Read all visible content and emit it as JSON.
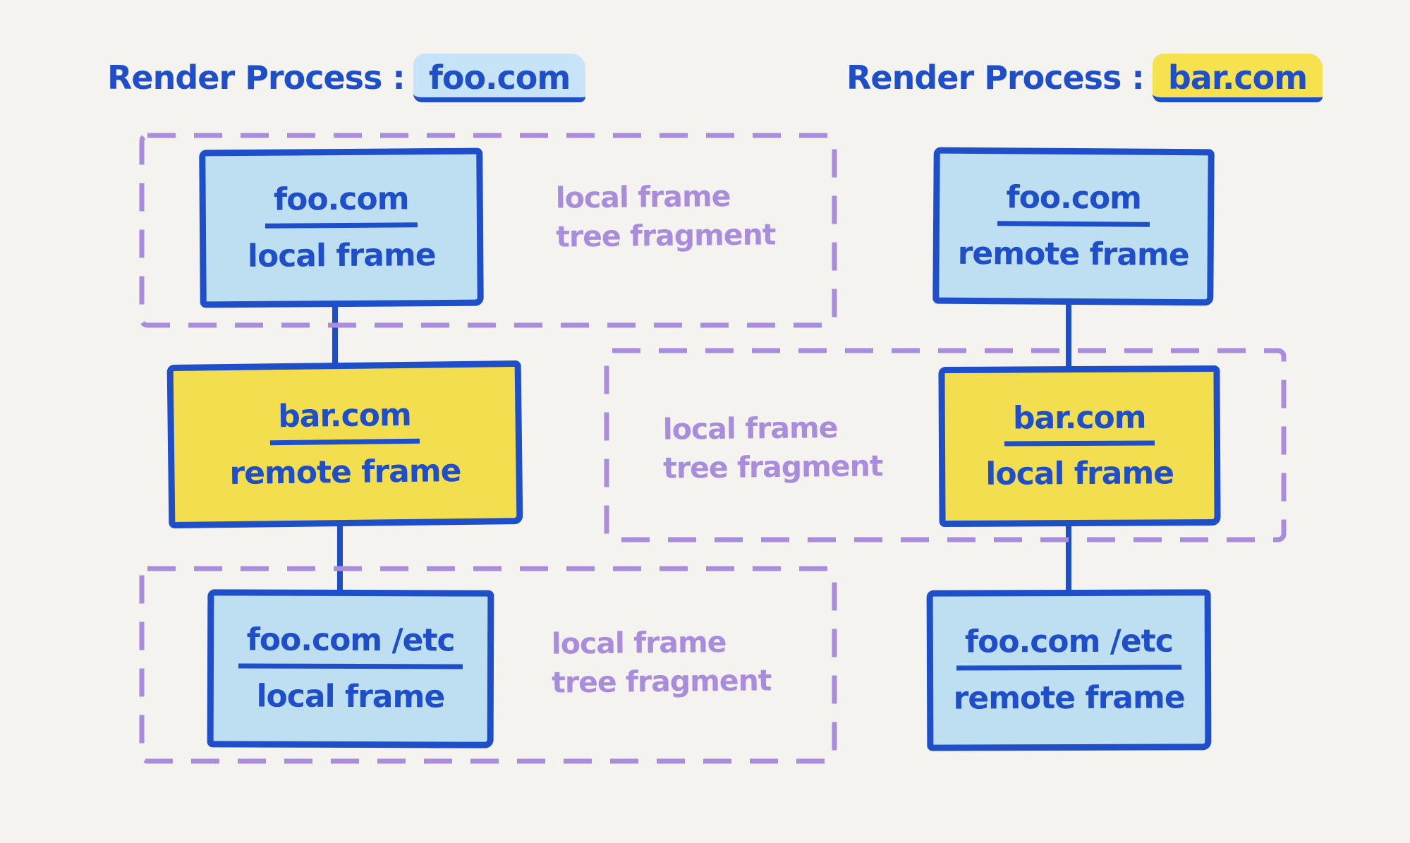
{
  "colors": {
    "background": "#F4F3F0",
    "ink_blue": "#1F4EC9",
    "light_blue": "#BEDFF2",
    "yellow": "#F3DE4F",
    "purple": "#A98CDB",
    "highlight_blue": "#C7E3F7",
    "highlight_yellow": "#F6E14E"
  },
  "titles": {
    "left": {
      "prefix": "Render Process :",
      "domain": "foo.com"
    },
    "right": {
      "prefix": "Render Process :",
      "domain": "bar.com"
    }
  },
  "nodes": [
    {
      "domain": "foo.com",
      "type": "local frame"
    },
    {
      "domain": "bar.com",
      "type": "remote frame"
    },
    {
      "domain": "foo.com /etc",
      "type": "local frame"
    },
    {
      "domain": "foo.com",
      "type": "remote frame"
    },
    {
      "domain": "bar.com",
      "type": "local frame"
    },
    {
      "domain": "foo.com /etc",
      "type": "remote frame"
    }
  ],
  "fragment_labels": [
    {
      "line1": "local frame",
      "line2": "tree fragment"
    },
    {
      "line1": "local frame",
      "line2": "tree fragment"
    },
    {
      "line1": "local frame",
      "line2": "tree fragment"
    }
  ]
}
